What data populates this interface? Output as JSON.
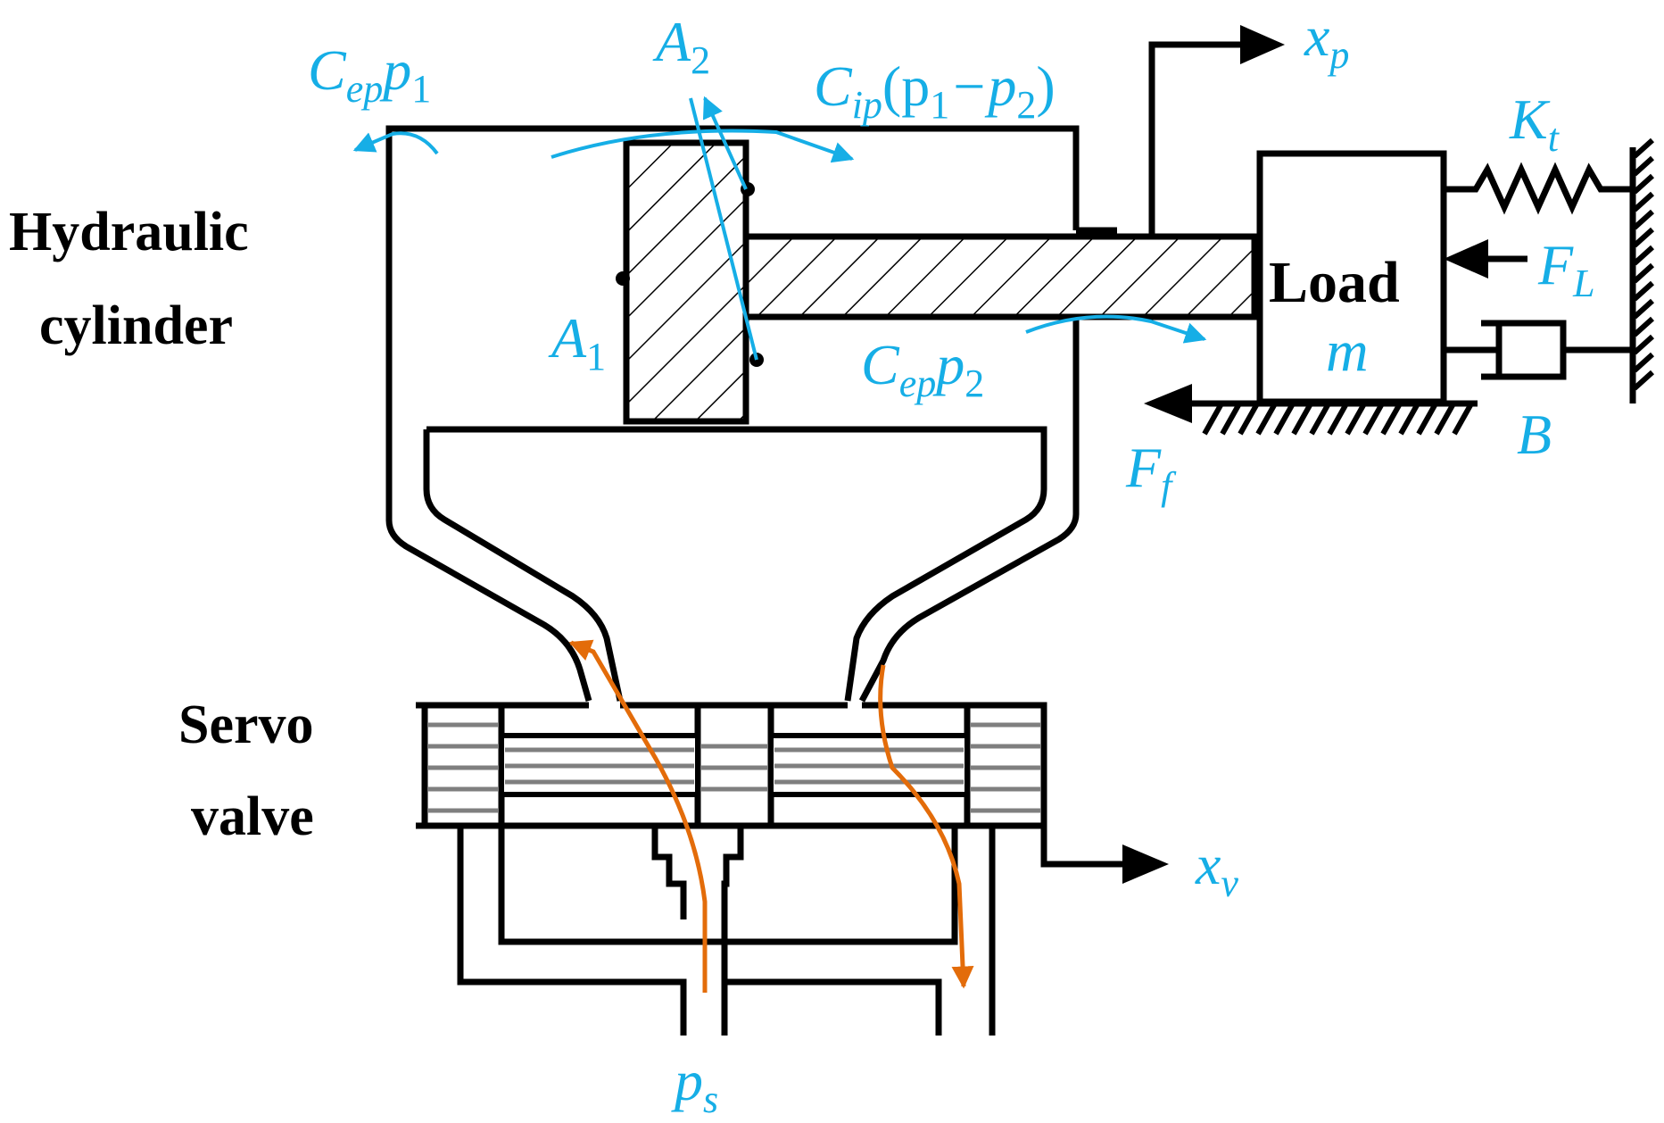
{
  "labels": {
    "hydraulic_line1": "Hydraulic",
    "hydraulic_line2": "cylinder",
    "servo_line1": "Servo",
    "servo_line2": "valve",
    "load_line1": "Load",
    "load_mass": "m"
  },
  "symbols": {
    "cep_p1": {
      "C": "C",
      "sub1": "ep",
      "p": "p",
      "sub2": "1"
    },
    "a2": {
      "A": "A",
      "sub": "2"
    },
    "cip": {
      "C": "C",
      "sub1": "ip",
      "open": "(p",
      "sub2": "1",
      "minus": "−p",
      "sub3": "2",
      "close": ")"
    },
    "xp": {
      "x": "x",
      "sub": "p"
    },
    "kt": {
      "K": "K",
      "sub": "t"
    },
    "fl": {
      "F": "F",
      "sub": "L"
    },
    "a1": {
      "A": "A",
      "sub": "1"
    },
    "cep_p2": {
      "C": "C",
      "sub1": "ep",
      "p": "p",
      "sub2": "2"
    },
    "b": "B",
    "ff": {
      "F": "F",
      "sub": "f"
    },
    "xv": {
      "x": "x",
      "sub": "v"
    },
    "ps": {
      "p": "p",
      "sub": "s"
    }
  },
  "colors": {
    "annotation": "#16aee6",
    "flow": "#e36c0a",
    "structure": "#000000"
  }
}
